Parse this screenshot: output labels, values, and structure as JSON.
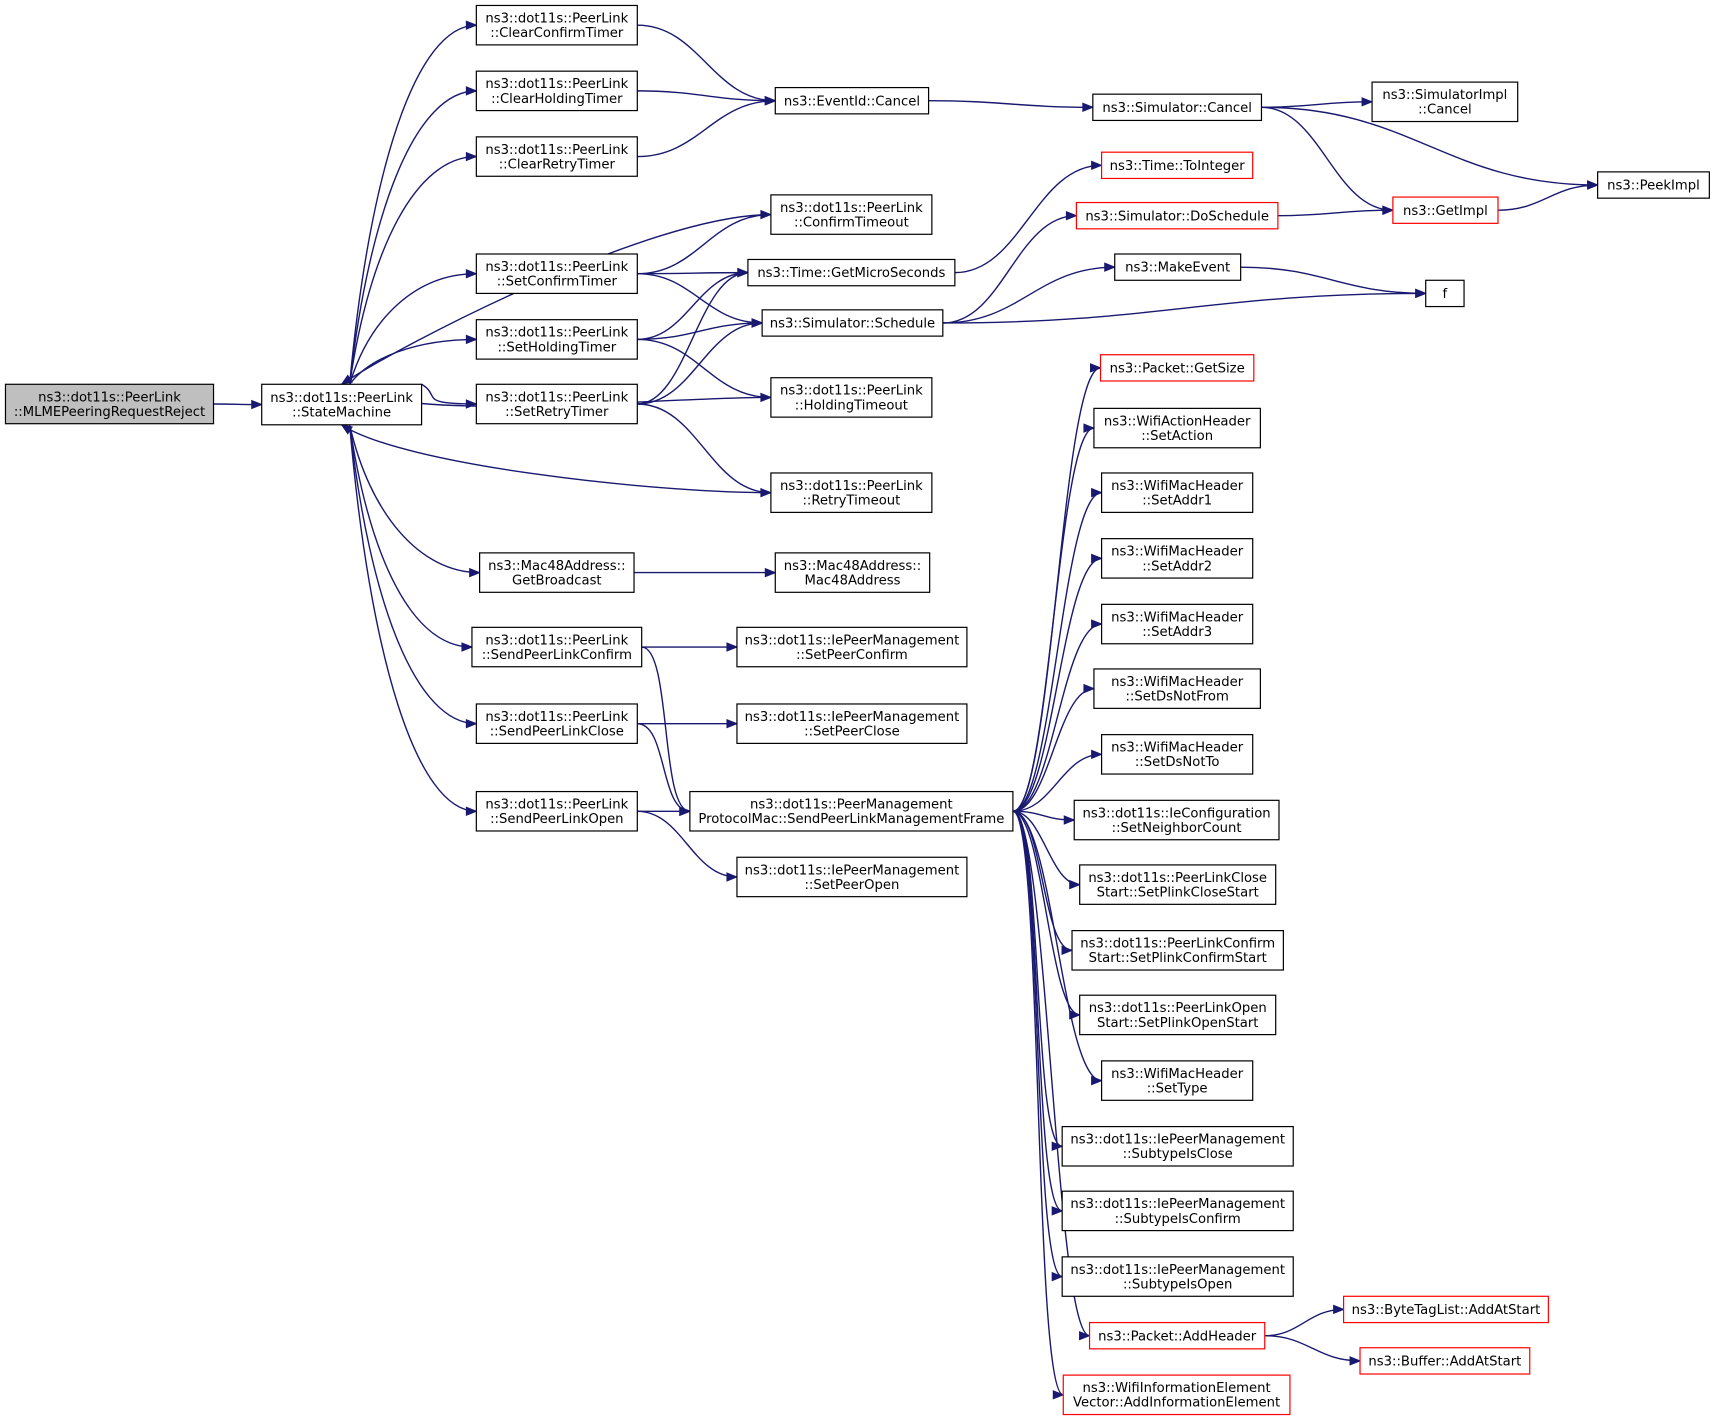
{
  "colors": {
    "edge": "#191970",
    "node_border": "#000000",
    "truncated_node_border": "#ff0000",
    "root_fill": "#bfbfbf",
    "node_fill": "#ffffff"
  },
  "nodes": [
    {
      "id": "n0",
      "lines": [
        "ns3::dot11s::PeerLink",
        "::MLMEPeeringRequestReject"
      ],
      "kind": "root"
    },
    {
      "id": "n1",
      "lines": [
        "ns3::dot11s::PeerLink",
        "::StateMachine"
      ]
    },
    {
      "id": "n2",
      "lines": [
        "ns3::dot11s::PeerLink",
        "::ClearConfirmTimer"
      ]
    },
    {
      "id": "n3",
      "lines": [
        "ns3::dot11s::PeerLink",
        "::ClearHoldingTimer"
      ]
    },
    {
      "id": "n4",
      "lines": [
        "ns3::dot11s::PeerLink",
        "::ClearRetryTimer"
      ]
    },
    {
      "id": "n5",
      "lines": [
        "ns3::dot11s::PeerLink",
        "::SetConfirmTimer"
      ]
    },
    {
      "id": "n6",
      "lines": [
        "ns3::dot11s::PeerLink",
        "::SetHoldingTimer"
      ]
    },
    {
      "id": "n7",
      "lines": [
        "ns3::dot11s::PeerLink",
        "::SetRetryTimer"
      ]
    },
    {
      "id": "n8",
      "lines": [
        "ns3::Mac48Address::",
        "GetBroadcast"
      ]
    },
    {
      "id": "n9",
      "lines": [
        "ns3::dot11s::PeerLink",
        "::SendPeerLinkConfirm"
      ]
    },
    {
      "id": "n10",
      "lines": [
        "ns3::dot11s::PeerLink",
        "::SendPeerLinkClose"
      ]
    },
    {
      "id": "n11",
      "lines": [
        "ns3::dot11s::PeerLink",
        "::SendPeerLinkOpen"
      ]
    },
    {
      "id": "n12",
      "lines": [
        "ns3::EventId::Cancel"
      ]
    },
    {
      "id": "n13",
      "lines": [
        "ns3::dot11s::PeerLink",
        "::ConfirmTimeout"
      ]
    },
    {
      "id": "n14",
      "lines": [
        "ns3::Time::GetMicroSeconds"
      ]
    },
    {
      "id": "n15",
      "lines": [
        "ns3::Simulator::Schedule"
      ]
    },
    {
      "id": "n16",
      "lines": [
        "ns3::dot11s::PeerLink",
        "::HoldingTimeout"
      ]
    },
    {
      "id": "n17",
      "lines": [
        "ns3::dot11s::PeerLink",
        "::RetryTimeout"
      ]
    },
    {
      "id": "n18",
      "lines": [
        "ns3::Mac48Address::",
        "Mac48Address"
      ]
    },
    {
      "id": "n19",
      "lines": [
        "ns3::dot11s::IePeerManagement",
        "::SetPeerConfirm"
      ]
    },
    {
      "id": "n20",
      "lines": [
        "ns3::dot11s::IePeerManagement",
        "::SetPeerClose"
      ]
    },
    {
      "id": "n21",
      "lines": [
        "ns3::dot11s::PeerManagement",
        "ProtocolMac::SendPeerLinkManagementFrame"
      ]
    },
    {
      "id": "n22",
      "lines": [
        "ns3::dot11s::IePeerManagement",
        "::SetPeerOpen"
      ]
    },
    {
      "id": "n23",
      "lines": [
        "ns3::Simulator::Cancel"
      ]
    },
    {
      "id": "n24",
      "lines": [
        "ns3::SimulatorImpl",
        "::Cancel"
      ]
    },
    {
      "id": "n25",
      "lines": [
        "ns3::PeekImpl"
      ]
    },
    {
      "id": "n26",
      "lines": [
        "ns3::GetImpl"
      ],
      "kind": "trunc"
    },
    {
      "id": "n27",
      "lines": [
        "ns3::Time::ToInteger"
      ],
      "kind": "trunc"
    },
    {
      "id": "n28",
      "lines": [
        "ns3::Simulator::DoSchedule"
      ],
      "kind": "trunc"
    },
    {
      "id": "n29",
      "lines": [
        "ns3::MakeEvent"
      ]
    },
    {
      "id": "n30",
      "lines": [
        "f"
      ]
    },
    {
      "id": "n31",
      "lines": [
        "ns3::Packet::GetSize"
      ],
      "kind": "trunc"
    },
    {
      "id": "n32",
      "lines": [
        "ns3::WifiActionHeader",
        "::SetAction"
      ]
    },
    {
      "id": "n33",
      "lines": [
        "ns3::WifiMacHeader",
        "::SetAddr1"
      ]
    },
    {
      "id": "n34",
      "lines": [
        "ns3::WifiMacHeader",
        "::SetAddr2"
      ]
    },
    {
      "id": "n35",
      "lines": [
        "ns3::WifiMacHeader",
        "::SetAddr3"
      ]
    },
    {
      "id": "n36",
      "lines": [
        "ns3::WifiMacHeader",
        "::SetDsNotFrom"
      ]
    },
    {
      "id": "n37",
      "lines": [
        "ns3::WifiMacHeader",
        "::SetDsNotTo"
      ]
    },
    {
      "id": "n38",
      "lines": [
        "ns3::dot11s::IeConfiguration",
        "::SetNeighborCount"
      ]
    },
    {
      "id": "n39",
      "lines": [
        "ns3::dot11s::PeerLinkClose",
        "Start::SetPlinkCloseStart"
      ]
    },
    {
      "id": "n40",
      "lines": [
        "ns3::dot11s::PeerLinkConfirm",
        "Start::SetPlinkConfirmStart"
      ]
    },
    {
      "id": "n41",
      "lines": [
        "ns3::dot11s::PeerLinkOpen",
        "Start::SetPlinkOpenStart"
      ]
    },
    {
      "id": "n42",
      "lines": [
        "ns3::WifiMacHeader",
        "::SetType"
      ]
    },
    {
      "id": "n43",
      "lines": [
        "ns3::dot11s::IePeerManagement",
        "::SubtypeIsClose"
      ]
    },
    {
      "id": "n44",
      "lines": [
        "ns3::dot11s::IePeerManagement",
        "::SubtypeIsConfirm"
      ]
    },
    {
      "id": "n45",
      "lines": [
        "ns3::dot11s::IePeerManagement",
        "::SubtypeIsOpen"
      ]
    },
    {
      "id": "n46",
      "lines": [
        "ns3::Packet::AddHeader"
      ],
      "kind": "trunc"
    },
    {
      "id": "n47",
      "lines": [
        "ns3::ByteTagList::AddAtStart"
      ],
      "kind": "trunc"
    },
    {
      "id": "n48",
      "lines": [
        "ns3::Buffer::AddAtStart"
      ],
      "kind": "trunc"
    },
    {
      "id": "n49",
      "lines": [
        "ns3::WifiInformationElement",
        "Vector::AddInformationElement"
      ],
      "kind": "trunc"
    }
  ],
  "edges": [
    [
      "n0",
      "n1"
    ],
    [
      "n1",
      "n2"
    ],
    [
      "n1",
      "n3"
    ],
    [
      "n1",
      "n4"
    ],
    [
      "n1",
      "n5"
    ],
    [
      "n1",
      "n6"
    ],
    [
      "n1",
      "n7"
    ],
    [
      "n1",
      "n8"
    ],
    [
      "n1",
      "n9"
    ],
    [
      "n1",
      "n10"
    ],
    [
      "n1",
      "n11"
    ],
    [
      "n2",
      "n12"
    ],
    [
      "n3",
      "n12"
    ],
    [
      "n4",
      "n12"
    ],
    [
      "n5",
      "n13"
    ],
    [
      "n5",
      "n14"
    ],
    [
      "n5",
      "n15"
    ],
    [
      "n6",
      "n14"
    ],
    [
      "n6",
      "n15"
    ],
    [
      "n6",
      "n16"
    ],
    [
      "n7",
      "n14"
    ],
    [
      "n7",
      "n15"
    ],
    [
      "n7",
      "n17"
    ],
    [
      "n13",
      "n1"
    ],
    [
      "n16",
      "n1"
    ],
    [
      "n17",
      "n1"
    ],
    [
      "n8",
      "n18"
    ],
    [
      "n9",
      "n19"
    ],
    [
      "n9",
      "n21"
    ],
    [
      "n10",
      "n20"
    ],
    [
      "n10",
      "n21"
    ],
    [
      "n11",
      "n21"
    ],
    [
      "n11",
      "n22"
    ],
    [
      "n12",
      "n23"
    ],
    [
      "n23",
      "n24"
    ],
    [
      "n23",
      "n25"
    ],
    [
      "n23",
      "n26"
    ],
    [
      "n26",
      "n25"
    ],
    [
      "n14",
      "n27"
    ],
    [
      "n15",
      "n28"
    ],
    [
      "n15",
      "n29"
    ],
    [
      "n15",
      "n30"
    ],
    [
      "n28",
      "n26"
    ],
    [
      "n29",
      "n30"
    ],
    [
      "n21",
      "n31"
    ],
    [
      "n21",
      "n32"
    ],
    [
      "n21",
      "n33"
    ],
    [
      "n21",
      "n34"
    ],
    [
      "n21",
      "n35"
    ],
    [
      "n21",
      "n36"
    ],
    [
      "n21",
      "n37"
    ],
    [
      "n21",
      "n38"
    ],
    [
      "n21",
      "n39"
    ],
    [
      "n21",
      "n40"
    ],
    [
      "n21",
      "n41"
    ],
    [
      "n21",
      "n42"
    ],
    [
      "n21",
      "n43"
    ],
    [
      "n21",
      "n44"
    ],
    [
      "n21",
      "n45"
    ],
    [
      "n21",
      "n46"
    ],
    [
      "n21",
      "n49"
    ],
    [
      "n46",
      "n47"
    ],
    [
      "n46",
      "n48"
    ]
  ]
}
